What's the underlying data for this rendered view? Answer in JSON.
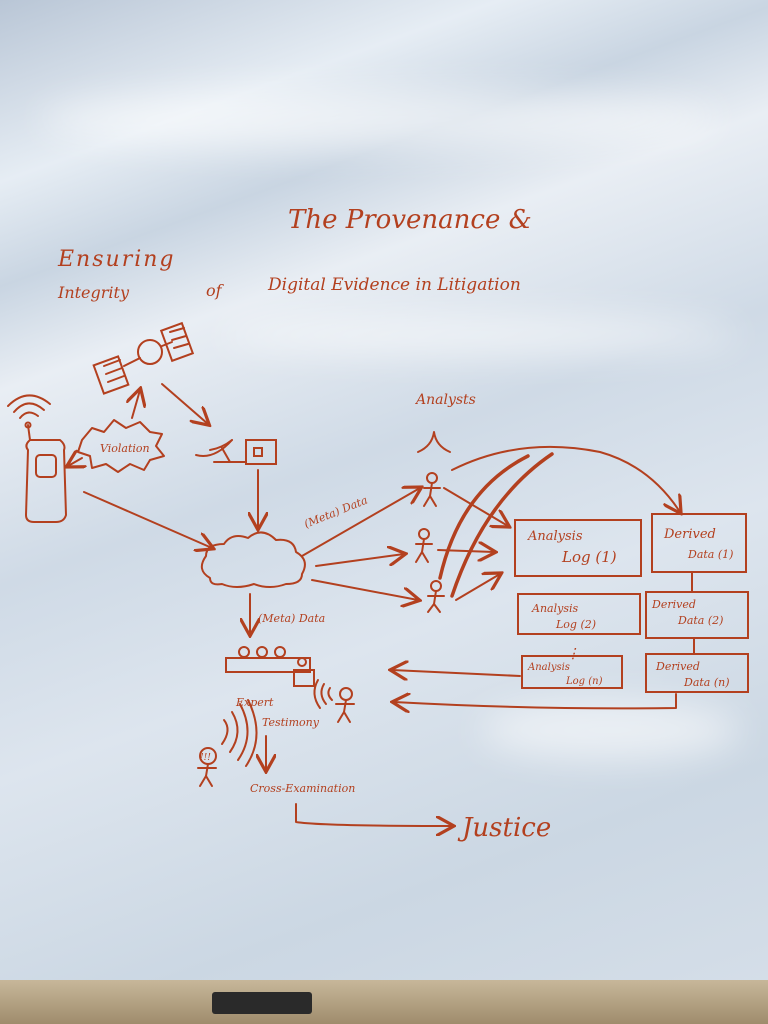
{
  "title": {
    "line1a": "The Provenance &",
    "line1b": "Ensuring",
    "line2a": "Integrity",
    "line2b": "of",
    "line2c": "Digital Evidence in Litigation"
  },
  "labels": {
    "violation": "Violation",
    "analysts": "Analysts",
    "meta_data_1": "(Meta) Data",
    "meta_data_2": "(Meta) Data",
    "expert_testimony_1": "Expert",
    "expert_testimony_2": "Testimony",
    "cross_examination": "Cross-Examination",
    "justice": "Justice",
    "exclaim": "!!!"
  },
  "analysis_logs": [
    {
      "line1": "Analysis",
      "line2": "Log (1)"
    },
    {
      "line1": "Analysis",
      "line2": "Log (2)"
    },
    {
      "line1": "Analysis",
      "line2": "Log (n)"
    }
  ],
  "derived_data": [
    {
      "line1": "Derived",
      "line2": "Data (1)"
    },
    {
      "line1": "Derived",
      "line2": "Data (2)"
    },
    {
      "line1": "Derived",
      "line2": "Data (n)"
    }
  ],
  "ellipsis": "⋮",
  "colors": {
    "marker": "#b3401f",
    "board": "#dde5ee"
  }
}
